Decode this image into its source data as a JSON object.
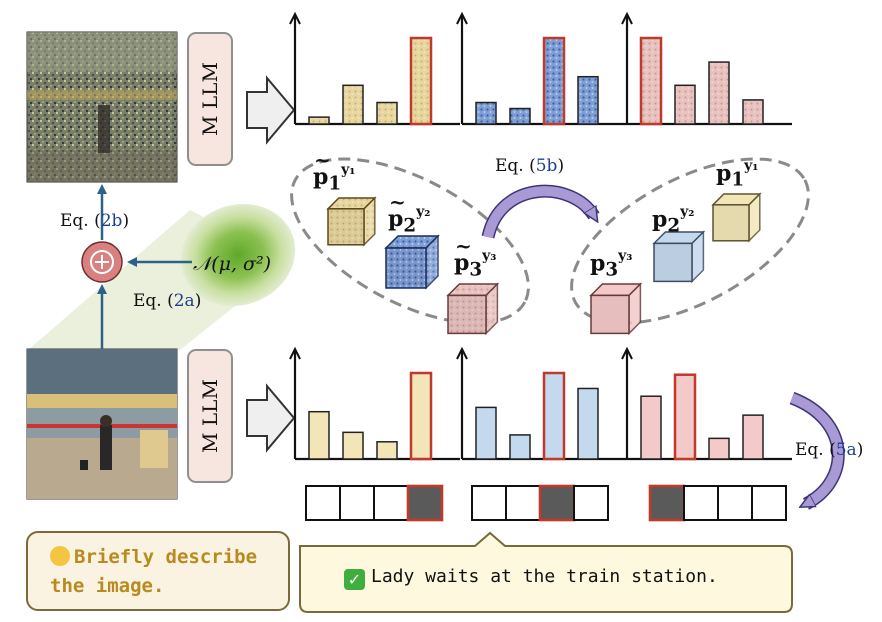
{
  "mllm_label": "M LLM",
  "eq_2b": {
    "prefix": "Eq. (",
    "num": "2b",
    "suffix": ")"
  },
  "eq_2a": {
    "prefix": "Eq. (",
    "num": "2a",
    "suffix": ")"
  },
  "eq_5b": {
    "prefix": "Eq. (",
    "num": "5b",
    "suffix": ")"
  },
  "eq_5a": {
    "prefix": "Eq. (",
    "num": "5a",
    "suffix": ")"
  },
  "normal_dist": "𝒩(μ, σ²)",
  "noisy_tokens": [
    {
      "base": "p",
      "sub": "1",
      "sup": "y₁"
    },
    {
      "base": "p",
      "sub": "2",
      "sup": "y₂"
    },
    {
      "base": "p",
      "sub": "3",
      "sup": "y₃"
    }
  ],
  "clean_tokens": [
    {
      "base": "p",
      "sub": "1",
      "sup": "y₁"
    },
    {
      "base": "p",
      "sub": "2",
      "sup": "y₂"
    },
    {
      "base": "p",
      "sub": "3",
      "sup": "y₃"
    }
  ],
  "prompt": "Briefly describe the image.",
  "answer": "Lady waits at the train station.",
  "colors": {
    "yellow": "#f2e6b8",
    "blue": "#c5d9ee",
    "pink": "#f3c9c9",
    "highlight": "#c0392b",
    "arrow_blue": "#2e6088",
    "plus_circle": "#d98080"
  },
  "top_histograms": [
    {
      "color": "yellow",
      "textured": true,
      "values": [
        0.08,
        0.45,
        0.25,
        1.0
      ],
      "highlight": 3
    },
    {
      "color": "blue",
      "textured": true,
      "values": [
        0.25,
        0.18,
        1.0,
        0.55
      ],
      "highlight": 2
    },
    {
      "color": "pink",
      "textured": true,
      "values": [
        1.0,
        0.45,
        0.72,
        0.28
      ],
      "highlight": 0
    }
  ],
  "bottom_histograms": [
    {
      "color": "yellow",
      "textured": false,
      "values": [
        0.55,
        0.31,
        0.2,
        1.0
      ],
      "highlight": 3
    },
    {
      "color": "blue",
      "textured": false,
      "values": [
        0.6,
        0.28,
        1.0,
        0.82
      ],
      "highlight": 2
    },
    {
      "color": "pink",
      "textured": false,
      "values": [
        0.73,
        0.98,
        0.24,
        0.51
      ],
      "highlight": 1
    }
  ],
  "one_hot_rows": [
    {
      "selected": 3
    },
    {
      "selected": 2
    },
    {
      "selected": 0
    }
  ]
}
